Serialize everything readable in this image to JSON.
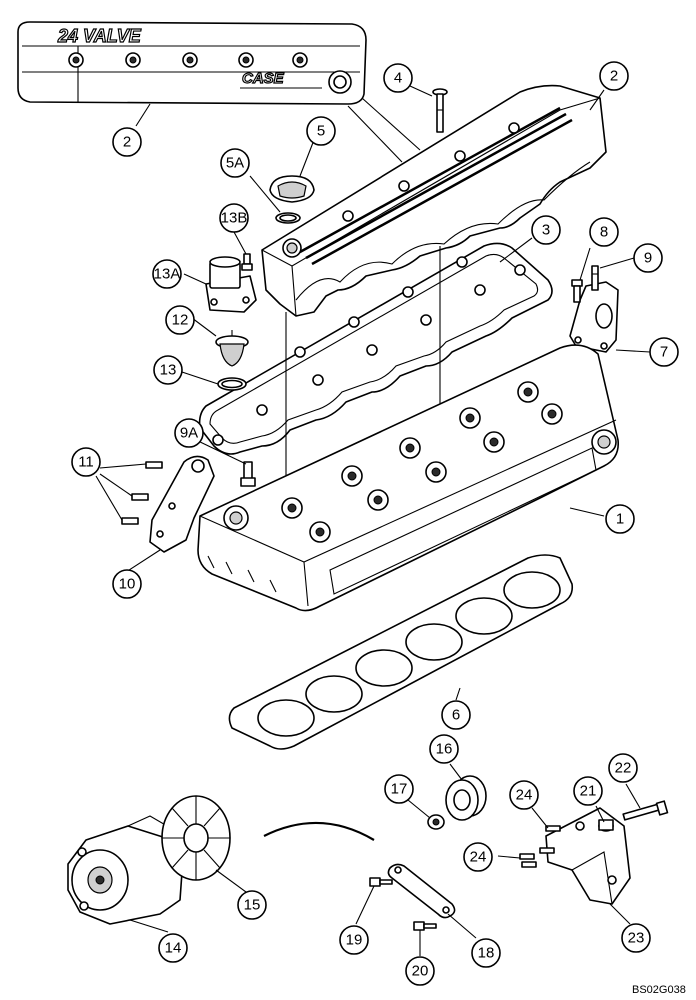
{
  "diagram": {
    "reference_code": "BS02G038",
    "cover_text": {
      "line1": "24 VALVE",
      "line2": "CASE"
    },
    "callouts": [
      {
        "id": "c1",
        "label": "1"
      },
      {
        "id": "c2a",
        "label": "2"
      },
      {
        "id": "c2b",
        "label": "2"
      },
      {
        "id": "c3",
        "label": "3"
      },
      {
        "id": "c4",
        "label": "4"
      },
      {
        "id": "c5",
        "label": "5"
      },
      {
        "id": "c5a",
        "label": "5A"
      },
      {
        "id": "c6",
        "label": "6"
      },
      {
        "id": "c7",
        "label": "7"
      },
      {
        "id": "c8",
        "label": "8"
      },
      {
        "id": "c9",
        "label": "9"
      },
      {
        "id": "c9a",
        "label": "9A"
      },
      {
        "id": "c10",
        "label": "10"
      },
      {
        "id": "c11",
        "label": "11"
      },
      {
        "id": "c12",
        "label": "12"
      },
      {
        "id": "c13",
        "label": "13"
      },
      {
        "id": "c13a",
        "label": "13A"
      },
      {
        "id": "c13b",
        "label": "13B"
      },
      {
        "id": "c14",
        "label": "14"
      },
      {
        "id": "c15",
        "label": "15"
      },
      {
        "id": "c16",
        "label": "16"
      },
      {
        "id": "c17",
        "label": "17"
      },
      {
        "id": "c18",
        "label": "18"
      },
      {
        "id": "c19",
        "label": "19"
      },
      {
        "id": "c20",
        "label": "20"
      },
      {
        "id": "c21",
        "label": "21"
      },
      {
        "id": "c22",
        "label": "22"
      },
      {
        "id": "c23",
        "label": "23"
      },
      {
        "id": "c24a",
        "label": "24"
      },
      {
        "id": "c24b",
        "label": "24"
      }
    ]
  }
}
